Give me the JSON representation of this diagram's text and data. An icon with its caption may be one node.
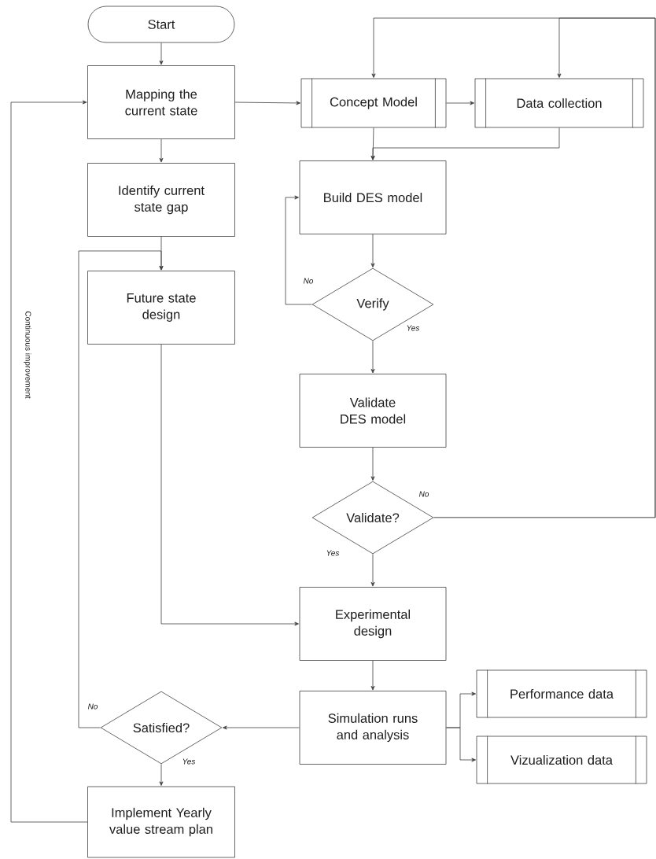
{
  "diagram": {
    "nodes": [
      {
        "text": [
          "Start"
        ]
      },
      {
        "text": [
          "Mapping the current state"
        ]
      },
      {
        "text": [
          "Concept Model"
        ]
      },
      {
        "text": [
          "Data collection"
        ]
      },
      {
        "text": [
          "Identify current state gap"
        ]
      },
      {
        "text": [
          "Build DES model"
        ]
      },
      {
        "text": [
          "Future state design"
        ]
      },
      {
        "text": [
          "Verify"
        ]
      },
      {
        "text": [
          "Validate DES model"
        ]
      },
      {
        "text": [
          "Validate?"
        ]
      },
      {
        "text": [
          "Experimental design"
        ]
      },
      {
        "text": [
          "Simulation runs and analysis"
        ]
      },
      {
        "text": [
          "Performance data"
        ]
      },
      {
        "text": [
          "Satisfied?"
        ]
      },
      {
        "text": [
          "Vizualization data"
        ]
      },
      {
        "text": [
          "Implement Yearly value stream plan"
        ]
      }
    ],
    "edges": [
      {
        "from": 0,
        "to": 1,
        "arrow": "to"
      },
      {
        "from": 1,
        "to": 2,
        "arrow": "to"
      },
      {
        "from": 2,
        "to": 3,
        "arrow": "to"
      },
      {
        "from": 1,
        "to": 4,
        "arrow": "to"
      },
      {
        "from": 2,
        "to": 5,
        "arrow": "to"
      },
      {
        "from": 3,
        "to": 5,
        "arrow": "to"
      },
      {
        "from": 4,
        "to": 6,
        "arrow": "to"
      },
      {
        "from": 5,
        "to": 7,
        "arrow": "to"
      },
      {
        "from": 7,
        "to": 5,
        "arrow": "to",
        "label": "No"
      },
      {
        "from": 7,
        "to": 8,
        "arrow": "to",
        "label": "Yes"
      },
      {
        "from": 8,
        "to": 9,
        "arrow": "to"
      },
      {
        "from": 9,
        "to": 2,
        "arrow": "to",
        "label": "No"
      },
      {
        "from": 9,
        "to": 3,
        "arrow": "to"
      },
      {
        "from": 9,
        "to": 10,
        "arrow": "to",
        "label": "Yes"
      },
      {
        "from": 6,
        "to": 10,
        "arrow": "to"
      },
      {
        "from": 10,
        "to": 11,
        "arrow": "to"
      },
      {
        "from": 11,
        "to": 13,
        "arrow": "to"
      },
      {
        "from": 11,
        "to": 12,
        "arrow": "to"
      },
      {
        "from": 11,
        "to": 14,
        "arrow": "to"
      },
      {
        "from": 13,
        "to": 6,
        "arrow": "to",
        "label": "No"
      },
      {
        "from": 13,
        "to": 15,
        "arrow": "to",
        "label": "Yes"
      },
      {
        "from": 15,
        "to": 1,
        "arrow": "to",
        "label": "Continuous improvement"
      }
    ]
  }
}
